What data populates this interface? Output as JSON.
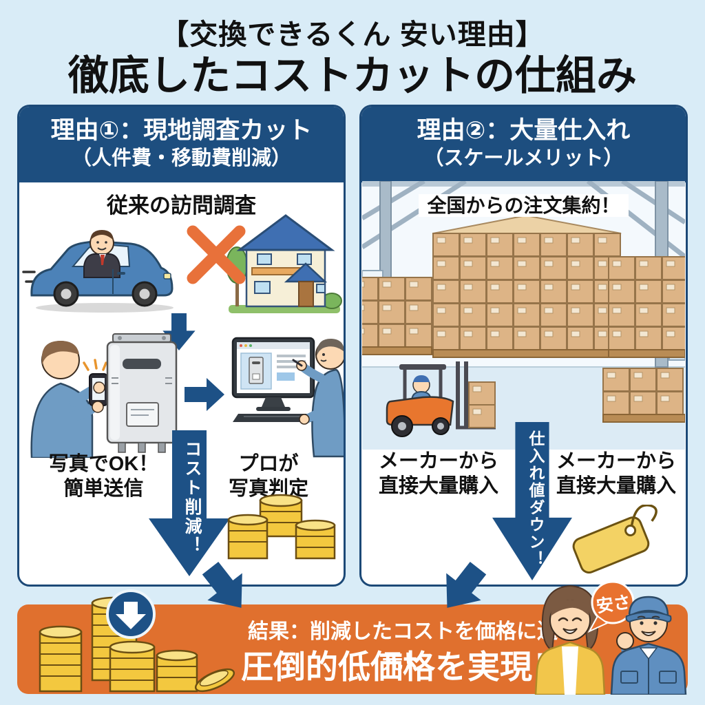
{
  "title": {
    "line1": "【交換できるくん 安い理由】",
    "line2": "徹底したコストカットの仕組み"
  },
  "left_panel": {
    "header_line1": "理由①：現地調査カット",
    "header_line2": "（人件費・移動費削減）",
    "scene_caption": "従来の訪問調査",
    "label_photo_line1": "写真でOK！",
    "label_photo_line2": "簡単送信",
    "arrow_label": "コスト削減！",
    "label_pro_line1": "プロが",
    "label_pro_line2": "写真判定"
  },
  "right_panel": {
    "header_line1": "理由②：大量仕入れ",
    "header_line2": "（スケールメリット）",
    "scene_caption": "全国からの注文集約！",
    "label_maker_left_line1": "メーカーから",
    "label_maker_left_line2": "直接大量購入",
    "arrow_label": "仕入れ値ダウン！",
    "label_maker_right_line1": "メーカーから",
    "label_maker_right_line2": "直接大量購入"
  },
  "result_banner": {
    "line1": "結果：削減したコストを価格に還元！",
    "line2": "圧倒的低価格を実現！",
    "speech_bubble": "安さ"
  },
  "icons": {
    "x_mark": "batsu-cross",
    "down_arrow": "down-arrow",
    "right_arrow": "right-arrow",
    "circle_down_arrow": "circle-down-arrow",
    "coins": "gold-coin-stacks",
    "price_tag": "price-tag",
    "speech_bubble": "round-speech-bubble"
  },
  "colors": {
    "background": "#d9ecf7",
    "panel_navy": "#1d4e7f",
    "arrow_blue": "#1d5186",
    "cross_orange": "#e8713a",
    "banner_orange": "#e0702e",
    "coin_gold": "#f3c83f",
    "tag_yellow": "#f3d264",
    "box_tan": "#ddb486",
    "forklift_orange": "#e8762e"
  }
}
